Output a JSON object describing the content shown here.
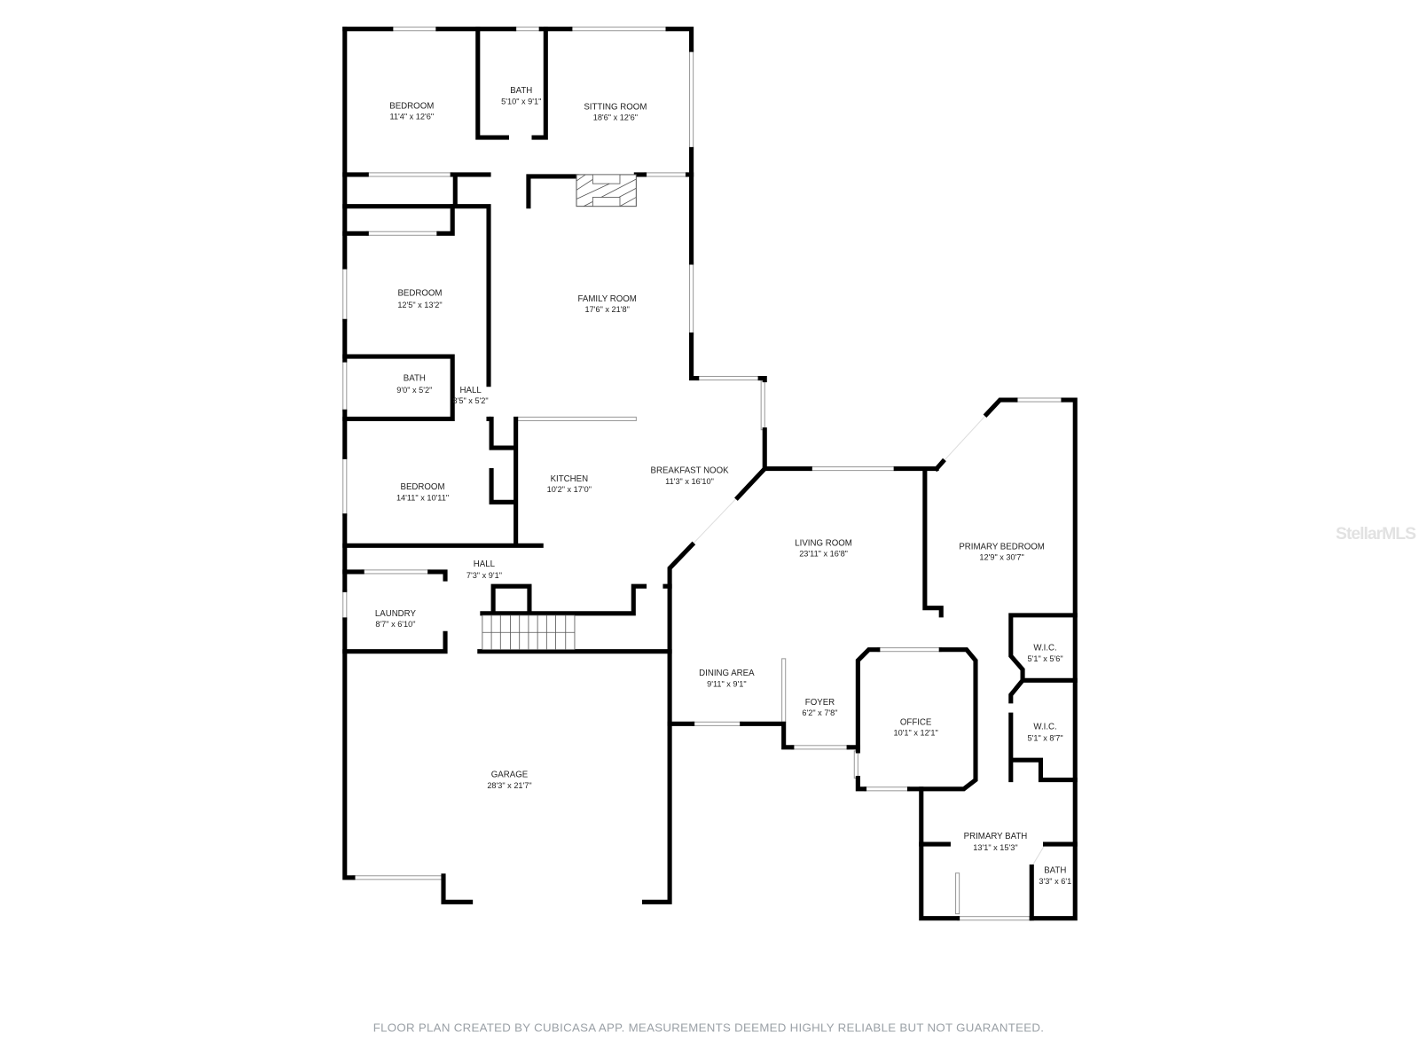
{
  "rooms": [
    {
      "name": "BEDROOM",
      "dims": "11'4\" x 12'6\""
    },
    {
      "name": "BATH",
      "dims": "5'10\" x 9'1\""
    },
    {
      "name": "SITTING ROOM",
      "dims": "18'6\" x 12'6\""
    },
    {
      "name": "FAMILY ROOM",
      "dims": "17'6\" x 21'8\""
    },
    {
      "name": "BEDROOM",
      "dims": "12'5\" x 13'2\""
    },
    {
      "name": "BATH",
      "dims": "9'0\" x 5'2\""
    },
    {
      "name": "HALL",
      "dims": "8'5\" x 5'2\""
    },
    {
      "name": "BEDROOM",
      "dims": "14'11\" x 10'11\""
    },
    {
      "name": "KITCHEN",
      "dims": "10'2\" x 17'0\""
    },
    {
      "name": "BREAKFAST NOOK",
      "dims": "11'3\" x 16'10\""
    },
    {
      "name": "HALL",
      "dims": "7'3\" x 9'1\""
    },
    {
      "name": "LAUNDRY",
      "dims": "8'7\" x 6'10\""
    },
    {
      "name": "GARAGE",
      "dims": "28'3\" x 21'7\""
    },
    {
      "name": "DINING AREA",
      "dims": "9'11\" x 9'1\""
    },
    {
      "name": "LIVING ROOM",
      "dims": "23'11\" x 16'8\""
    },
    {
      "name": "FOYER",
      "dims": "6'2\" x 7'8\""
    },
    {
      "name": "OFFICE",
      "dims": "10'1\" x 12'1\""
    },
    {
      "name": "PRIMARY BEDROOM",
      "dims": "12'9\" x 30'7\""
    },
    {
      "name": "W.I.C.",
      "dims": "5'1\" x 5'6\""
    },
    {
      "name": "W.I.C.",
      "dims": "5'1\" x 8'7\""
    },
    {
      "name": "PRIMARY BATH",
      "dims": "13'1\" x 15'3\""
    },
    {
      "name": "BATH",
      "dims": "3'3\" x 6'1"
    }
  ],
  "footer": "FLOOR PLAN CREATED BY CUBICASA APP. MEASUREMENTS DEEMED HIGHLY RELIABLE BUT NOT GUARANTEED.",
  "watermark": "StellarMLS"
}
